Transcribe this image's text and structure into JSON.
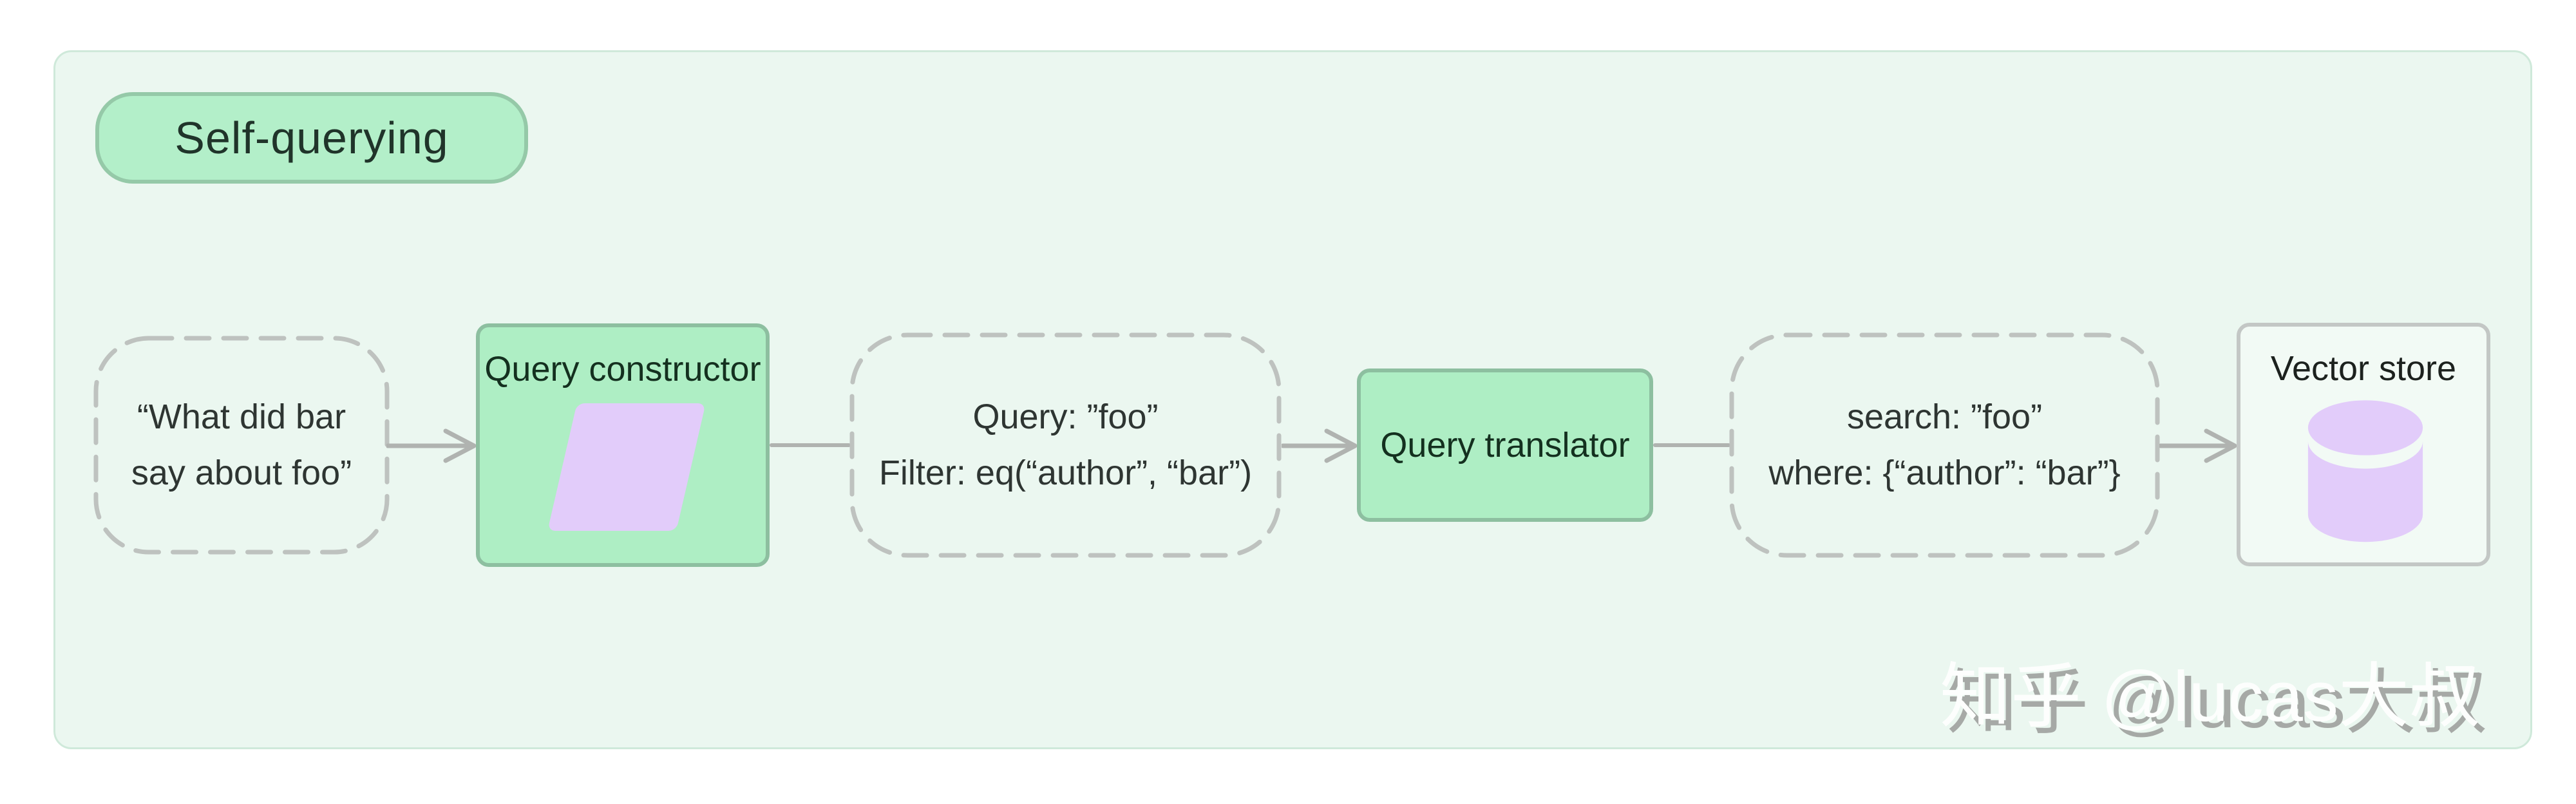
{
  "title": {
    "label": "Self-querying"
  },
  "nodes": {
    "input_question": {
      "line1": "“What did bar",
      "line2": "say about foo”"
    },
    "query_constructor": {
      "label": "Query constructor",
      "icon": "parallelogram-icon"
    },
    "structured_query": {
      "line1": "Query: ”foo”",
      "line2": "Filter: eq(“author”, “bar”)"
    },
    "query_translator": {
      "label": "Query translator"
    },
    "translated_query": {
      "line1": "search: ”foo”",
      "line2": "where: {“author”: “bar”}"
    },
    "vector_store": {
      "label": "Vector store",
      "icon": "database-icon"
    }
  },
  "watermark": {
    "text": "知乎 @lucas大叔"
  },
  "theme": {
    "page_bg": "#ffffff",
    "panel_bg": "#ebf7f0",
    "panel_border": "#cfe9da",
    "pill_bg": "#b3efc9",
    "pill_border": "#95c9a8",
    "pill_text": "#20342a",
    "box_bg": "#aeeec4",
    "box_border": "#8dbfa0",
    "box_text": "#14301f",
    "node_text": "#2e3532",
    "dash_color": "#bec2bf",
    "line_color": "#b0b3b0",
    "purple": "#e2ccfa",
    "store_bg": "#f2faf5",
    "store_border": "#c3c7c5",
    "store_text": "#1c211e",
    "watermark_fill": "#fdfefd",
    "watermark_shadow": "#a6a9a6"
  }
}
